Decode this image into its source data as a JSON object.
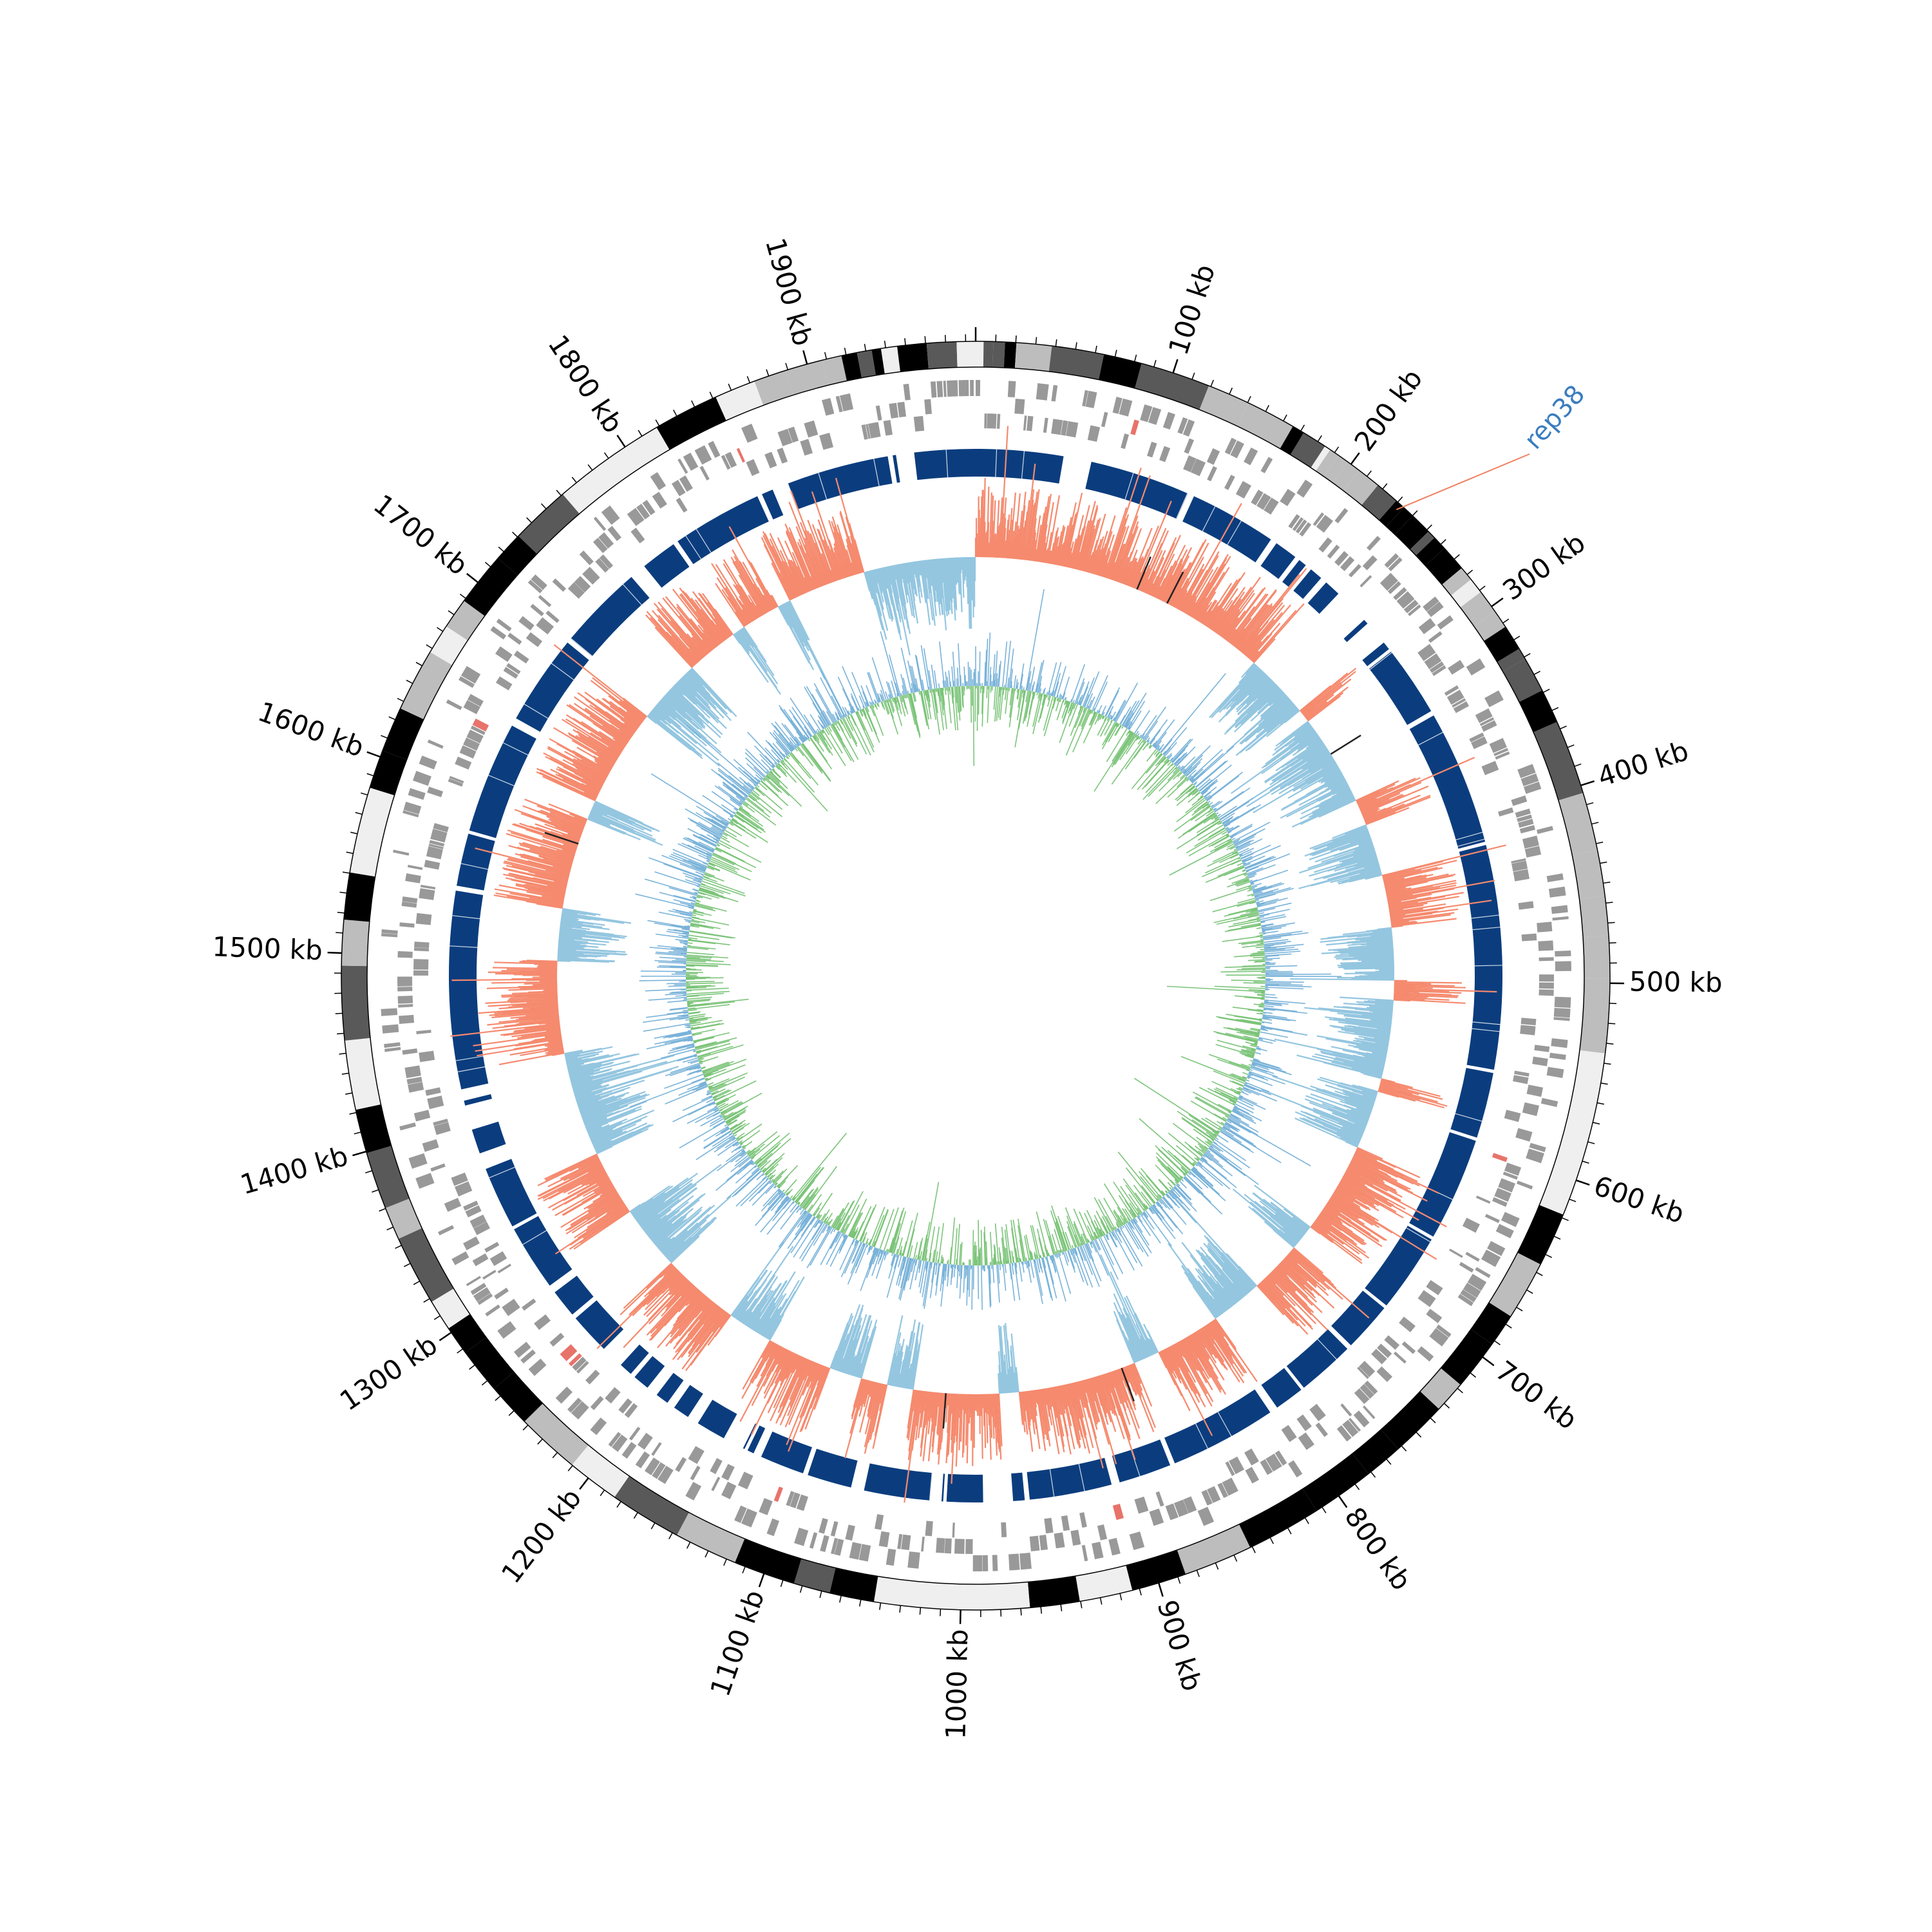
{
  "genome": {
    "unit": "kb",
    "total_kb": 1985,
    "major_tick_kb": 100,
    "minor_tick_kb": 10
  },
  "tick_labels": [
    "100 kb",
    "200 kb",
    "300 kb",
    "400 kb",
    "500 kb",
    "600 kb",
    "700 kb",
    "800 kb",
    "900 kb",
    "1000 kb",
    "1100 kb",
    "1200 kb",
    "1300 kb",
    "1400 kb",
    "1500 kb",
    "1600 kb",
    "1700 kb",
    "1800 kb",
    "1900 kb"
  ],
  "highlight_feature": {
    "label": "rep38",
    "position_kb": 232,
    "label_color": "#3a7dbf",
    "line_color": "#f08060"
  },
  "colors": {
    "band_shades": [
      "#000000",
      "#595959",
      "#bdbdbd",
      "#efefef"
    ],
    "feature_grey": "#999999",
    "feature_red": "#e8736b",
    "block_blue": "#0b3d7e",
    "skew_positive": "#f58a6e",
    "skew_negative": "#94c6e0",
    "content_high": "#7ab3d9",
    "content_low": "#7cc47a",
    "outline": "#000000"
  },
  "chart_data": {
    "type": "circular-genome-map",
    "blue_blocks_kb": [
      [
        0,
        53
      ],
      [
        70,
        131
      ],
      [
        135,
        188
      ],
      [
        192,
        206
      ],
      [
        209,
        214
      ],
      [
        218,
        226
      ],
      [
        230,
        240
      ],
      [
        262,
        265
      ],
      [
        280,
        285
      ],
      [
        287,
        330
      ],
      [
        333,
        415
      ],
      [
        417,
        553
      ],
      [
        555,
        595
      ],
      [
        597,
        660
      ],
      [
        662,
        710
      ],
      [
        712,
        742
      ],
      [
        745,
        780
      ],
      [
        782,
        800
      ],
      [
        805,
        870
      ],
      [
        873,
        905
      ],
      [
        910,
        960
      ],
      [
        963,
        970
      ],
      [
        988,
        1010
      ],
      [
        1012,
        1013
      ],
      [
        1020,
        1060
      ],
      [
        1068,
        1095
      ],
      [
        1098,
        1125
      ],
      [
        1130,
        1134
      ],
      [
        1136,
        1137
      ],
      [
        1150,
        1168
      ],
      [
        1175,
        1185
      ],
      [
        1190,
        1198
      ],
      [
        1205,
        1215
      ],
      [
        1218,
        1226
      ],
      [
        1240,
        1265
      ],
      [
        1268,
        1285
      ],
      [
        1290,
        1330
      ],
      [
        1332,
        1370
      ],
      [
        1380,
        1395
      ],
      [
        1410,
        1413
      ],
      [
        1420,
        1540
      ],
      [
        1543,
        1575
      ],
      [
        1577,
        1645
      ],
      [
        1650,
        1705
      ],
      [
        1708,
        1760
      ],
      [
        1770,
        1792
      ],
      [
        1795,
        1850
      ],
      [
        1853,
        1860
      ],
      [
        1870,
        1932
      ],
      [
        1935,
        1937
      ],
      [
        1948,
        1985
      ]
    ],
    "skew_series": [
      {
        "sign": 1,
        "kb": [
          [
            0,
            60
          ],
          [
            80,
            230
          ],
          [
            440,
            460
          ],
          [
            500,
            515
          ],
          [
            575,
            585
          ],
          [
            630,
            700
          ],
          [
            720,
            760
          ],
          [
            800,
            850
          ],
          [
            870,
            960
          ],
          [
            975,
            1040
          ],
          [
            1060,
            1080
          ],
          [
            1105,
            1155
          ],
          [
            1190,
            1250
          ],
          [
            1300,
            1350
          ],
          [
            1430,
            1500
          ],
          [
            1540,
            1610
          ],
          [
            1625,
            1700
          ],
          [
            1750,
            1790
          ],
          [
            1800,
            1830
          ],
          [
            1840,
            1900
          ]
        ]
      },
      {
        "sign": -1,
        "kb": [
          [
            230,
            280
          ],
          [
            290,
            360
          ],
          [
            380,
            420
          ],
          [
            460,
            500
          ],
          [
            515,
            575
          ],
          [
            585,
            630
          ],
          [
            700,
            720
          ],
          [
            760,
            800
          ],
          [
            850,
            870
          ],
          [
            960,
            975
          ],
          [
            1040,
            1060
          ],
          [
            1080,
            1105
          ],
          [
            1155,
            1190
          ],
          [
            1250,
            1300
          ],
          [
            1350,
            1430
          ],
          [
            1500,
            1540
          ],
          [
            1610,
            1625
          ],
          [
            1700,
            1750
          ],
          [
            1790,
            1800
          ],
          [
            1830,
            1840
          ],
          [
            1900,
            1985
          ]
        ]
      }
    ]
  }
}
